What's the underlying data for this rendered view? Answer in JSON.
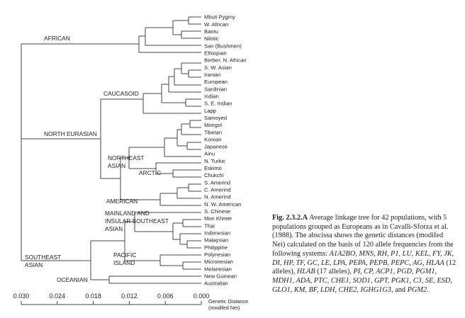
{
  "tree": {
    "leaves": [
      "Mbuti Pygmy",
      "W. African",
      "Bantu",
      "Nilotic",
      "San (Bushmen)",
      "Ethiopian",
      "Berber, N. African",
      "S. W. Asian",
      "Iranian",
      "European",
      "Sardinian",
      "Indian",
      "S. E. Indian",
      "Lapp",
      "Samoyed",
      "Mongol",
      "Tibetan",
      "Korean",
      "Japanese",
      "Ainu",
      "N. Turkic",
      "Eskimo",
      "Chukchi",
      "S. Amerind",
      "C. Amerind",
      "N. Amerind",
      "N. W. American",
      "S. Chinese",
      "Mon Khmer",
      "Thai",
      "Indonesian",
      "Malaysian",
      "Philippine",
      "Polynesian",
      "Micronesian",
      "Melanesian",
      "New Guinean",
      "Australian"
    ],
    "groups": {
      "african": "AFRICAN",
      "caucasoid": "CAUCASOID",
      "north_eurasian": "NORTH EURASIAN",
      "northeast": "NORTHEAST",
      "asian": "ASIAN",
      "arctic": "ARCTIC",
      "american": "AMERICAN",
      "mainland_1": "MAINLAND AND",
      "mainland_2": "INSULAR SOUTHEAST",
      "mainland_3": "ASIAN",
      "pacific_1": "PACIFIC",
      "pacific_2": "ISLAND",
      "southeast_1": "SOUTHEAST",
      "southeast_2": "ASIAN",
      "oceanian": "OCEANIAN"
    }
  },
  "axis": {
    "ticks": [
      "0.030",
      "0.024",
      "0.018",
      "0.012",
      "0.006",
      "0.000"
    ],
    "label_line1": "Genetic Distance",
    "label_line2": "(modifed Nei)"
  },
  "caption": {
    "fig": "Fig. 2.3.2.A",
    "s1": " Average linkage tree for 42 populations, with 5 populations grouped as Europeans as in Cavalli-Sforza et al. (1988). The abscissa shows the genetic distances (modifed Nei) calculated on the basis of 120 allele frequencies from the following systems: ",
    "i1": "A1A2BO, MNS, RH, P1, LU, KEL, FY, JK, DI, HP, TF, GC, LE, LPA, PEPA, PEPB, PEPC, AG, HLAA",
    "s2": " (12 alleles), ",
    "i2": "HLAB",
    "s3": " (17 alleles), ",
    "i3": "PI, CP, ACP1, PGD, PGM1, MDH1, ADA, PTC, CHE1, SOD1, GPT, PGK1, C3, SE, ESD, GLO1, KM, BF, LDH, CHE2, IGHG1G3",
    "s4": ", and ",
    "i4": "PGM2",
    "s5": "."
  }
}
